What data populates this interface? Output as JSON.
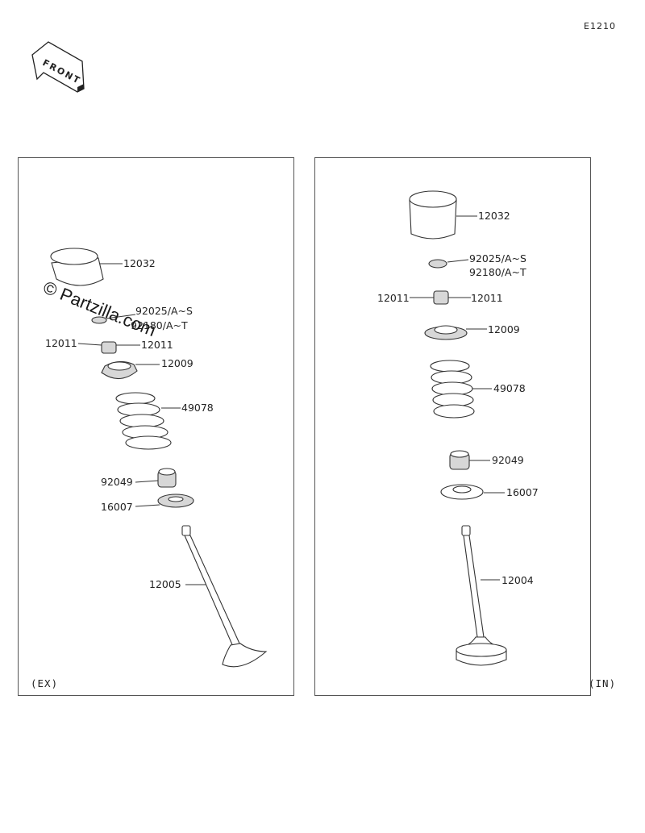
{
  "diagram_code": "E1210",
  "front_label": "FRONT",
  "watermark": "© Partzilla.com",
  "panels": {
    "ex": {
      "tag": "(EX)",
      "labels": {
        "tappet": "12032",
        "shim_a": "92025/A~S",
        "shim_b": "92180/A~T",
        "cotter_left": "12011",
        "cotter_right": "12011",
        "retainer": "12009",
        "spring": "49078",
        "seal": "92049",
        "seat": "16007",
        "valve": "12005"
      }
    },
    "in": {
      "tag": "(IN)",
      "labels": {
        "tappet": "12032",
        "shim_a": "92025/A~S",
        "shim_b": "92180/A~T",
        "cotter_left": "12011",
        "cotter_right": "12011",
        "retainer": "12009",
        "spring": "49078",
        "seal": "92049",
        "seat": "16007",
        "valve": "12004"
      }
    }
  }
}
